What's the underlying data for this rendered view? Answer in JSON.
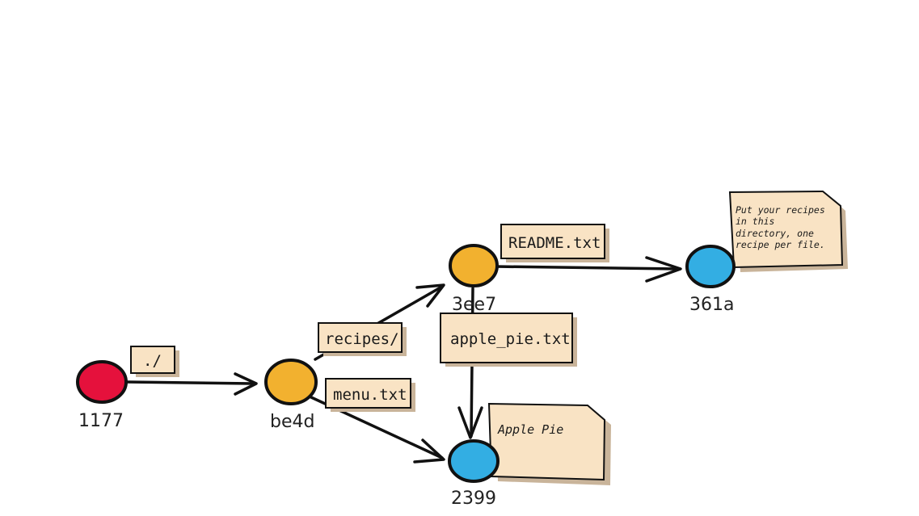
{
  "colors": {
    "tree": "#f2b12f",
    "blob": "#33aee3",
    "commit": "#e5113c",
    "label_fill": "#f9e3c4",
    "stroke": "#111111"
  },
  "nodes": {
    "commit": {
      "id": "1177",
      "kind": "commit"
    },
    "root_tree": {
      "id": "be4d",
      "kind": "tree"
    },
    "recipes_tree": {
      "id": "3ee7",
      "kind": "tree"
    },
    "readme_blob": {
      "id": "361a",
      "kind": "blob"
    },
    "shared_blob": {
      "id": "2399",
      "kind": "blob"
    }
  },
  "edges": {
    "root": "./",
    "recipes": "recipes/",
    "menu": "menu.txt",
    "readme": "README.txt",
    "apple_pie": "apple_pie.txt"
  },
  "notes": {
    "readme_content": [
      "Put your recipes",
      "in this",
      "directory, one",
      "recipe per file."
    ],
    "apple_pie_content": "Apple Pie"
  }
}
